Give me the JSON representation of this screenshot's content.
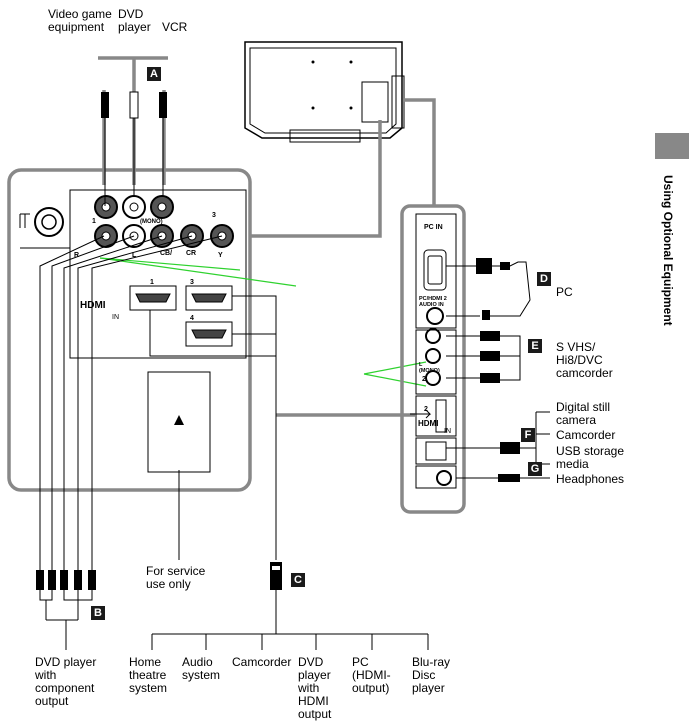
{
  "side_tab": {
    "label": "Using Optional Equipment"
  },
  "top_sources": {
    "video_game": "Video game\nequipment",
    "dvd": "DVD\nplayer",
    "vcr": "VCR"
  },
  "markers": {
    "a": "A",
    "b": "B",
    "c": "C",
    "d": "D",
    "e": "E",
    "f": "F",
    "g": "G"
  },
  "rear_panel": {
    "in_1": "1",
    "in_3": "3",
    "mono": "(MONO)",
    "r": "R",
    "l": "L",
    "cb": "CB/",
    "cr": "CR",
    "y": "Y",
    "hdmi_logo": "HDMI",
    "hdmi_in": "IN",
    "hdmi_1": "1",
    "hdmi_3": "3",
    "hdmi_4": "4"
  },
  "side_panel": {
    "pc_in": "PC IN",
    "pc_audio": "PC/HDMI 2\nAUDIO IN",
    "mono": "L\n(MONO)",
    "in_2": "2",
    "hdmi_2": "2",
    "hdmi_logo": "HDMI",
    "hdmi_in": "IN"
  },
  "right_labels": {
    "pc": "PC",
    "svhs": "S VHS/\nHi8/DVC\ncamcorder",
    "digital_still": "Digital still\ncamera",
    "camcorder": "Camcorder",
    "usb": "USB storage\nmedia",
    "headphones": "Headphones"
  },
  "service": "For service\nuse only",
  "bottom_left": "DVD player\nwith\ncomponent\noutput",
  "hdmi_devices": {
    "home_theatre": "Home\ntheatre\nsystem",
    "audio": "Audio\nsystem",
    "camcorder": "Camcorder",
    "dvd": "DVD\nplayer\nwith\nHDMI\noutput",
    "pc": "PC\n(HDMI-\noutput)",
    "bluray": "Blu-ray\nDisc\nplayer"
  }
}
